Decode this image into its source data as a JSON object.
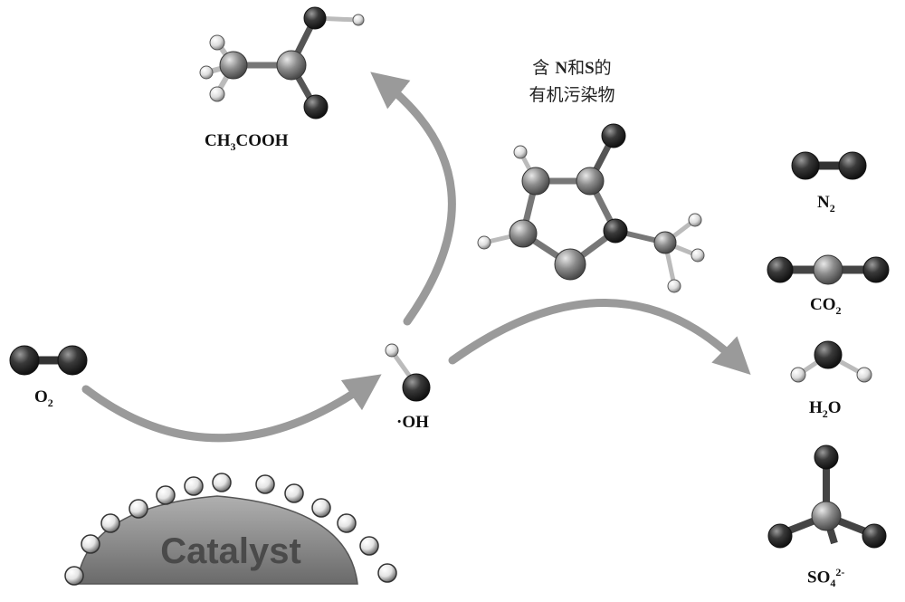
{
  "colors": {
    "arrow": "#9a9a9a",
    "dark_atom": "#2b2b2b",
    "carbon_atom": "#8c8c8c",
    "hydrogen_atom": "#e6e6e6",
    "sulfur_atom": "#a8a8a8",
    "catalyst": "#8a8a8a"
  },
  "catalyst": {
    "label": "Catalyst"
  },
  "pollutant": {
    "line1_prefix": "含 ",
    "line1_bold": "N",
    "line1_mid": "和",
    "line1_bold2": "S",
    "line1_suffix": "的",
    "line2": "有机污染物"
  },
  "molecules": {
    "acetic_acid": {
      "base": "CH",
      "sub1": "3",
      "rest": "COOH"
    },
    "oxygen": {
      "base": "O",
      "sub": "2"
    },
    "hydroxyl": {
      "text": "·OH"
    },
    "nitrogen": {
      "base": "N",
      "sub": "2"
    },
    "carbon_dioxide": {
      "base": "CO",
      "sub": "2"
    },
    "water": {
      "base1": "H",
      "sub": "2",
      "base2": "O"
    },
    "sulfate": {
      "base": "SO",
      "sub": "4",
      "sup": "2-"
    }
  }
}
